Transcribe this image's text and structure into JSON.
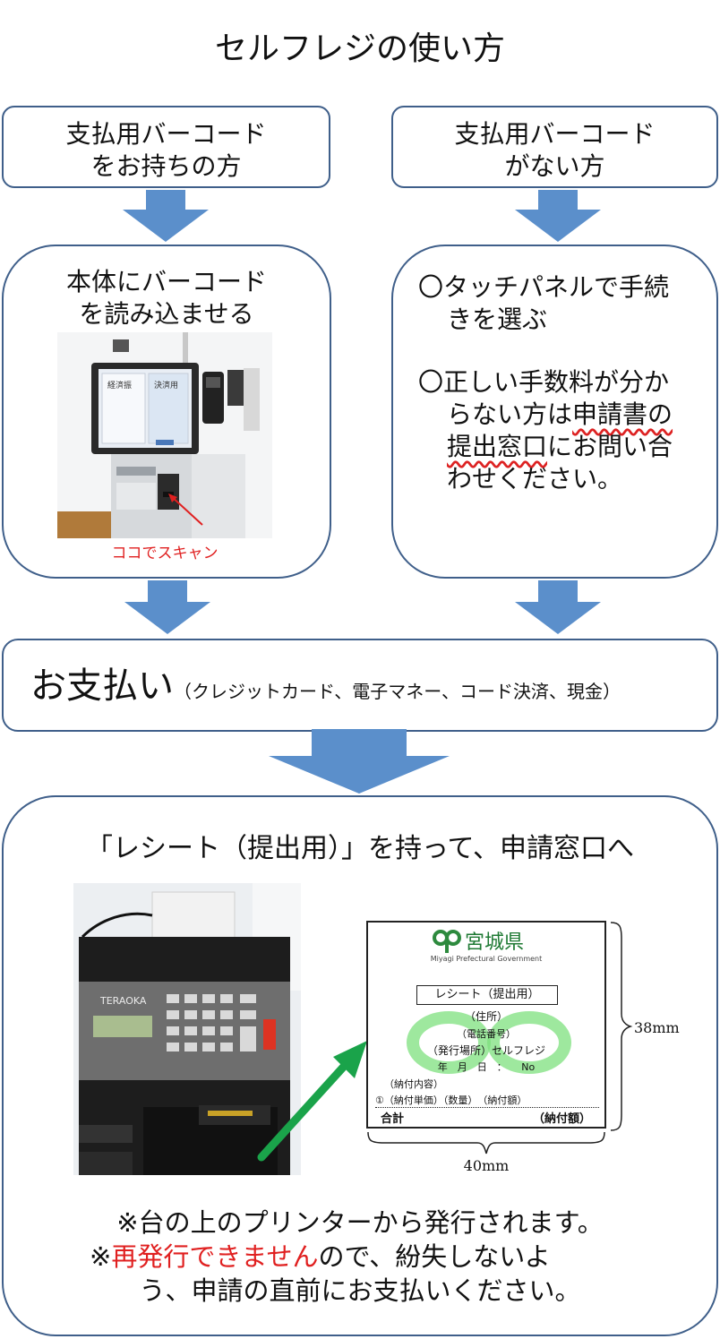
{
  "title": "セルフレジの使い方",
  "left_header": {
    "line1": "支払用バーコード",
    "line2": "をお持ちの方"
  },
  "right_header": {
    "line1": "支払用バーコード",
    "line2": "がない方"
  },
  "left_step": {
    "line1": "本体にバーコード",
    "line2": "を読み込ませる",
    "scan_caption": "ココでスキャン",
    "screen_left": "経済振",
    "screen_right": "決済用"
  },
  "right_step": {
    "item1_line1": "〇タッチパネルで手続",
    "item1_line2": "きを選ぶ",
    "item2_line1": "〇正しい手数料が分か",
    "item2_line2a": "らない方は",
    "item2_line2b": "申請書の",
    "item2_line3a": "提出窓口",
    "item2_line3b": "にお問い合",
    "item2_line4": "わせください。"
  },
  "payment": {
    "main": "お支払い",
    "sub": "（クレジットカード、電子マネー、コード決済、現金）"
  },
  "receipt_section": {
    "heading": "「レシート（提出用）」を持って、申請窓口へ",
    "printer_brand": "TERAOKA",
    "receipt": {
      "org": "宮城県",
      "org_en": "Miyagi Prefectural Government",
      "title": "レシート（提出用）",
      "address": "（住所）",
      "phone": "（電話番号）",
      "place": "（発行場所）セルフレジ",
      "date": "年　月　日　：　　No",
      "content": "（納付内容）",
      "detail": "①（納付単価）（数量）　（納付額）",
      "total_label": "合計",
      "total_value": "（納付額）"
    },
    "height_label": "38mm",
    "width_label": "40mm",
    "note1": "※台の上のプリンターから発行されます。",
    "note2_prefix": "※",
    "note2_red": "再発行できません",
    "note2_rest": "ので、紛失しないよ",
    "note3": "う、申請の直前にお支払いください。"
  },
  "colors": {
    "border": "#3f5f8a",
    "arrow": "#5b8fcb",
    "red": "#e02020",
    "green_arrow": "#1aa34a"
  }
}
